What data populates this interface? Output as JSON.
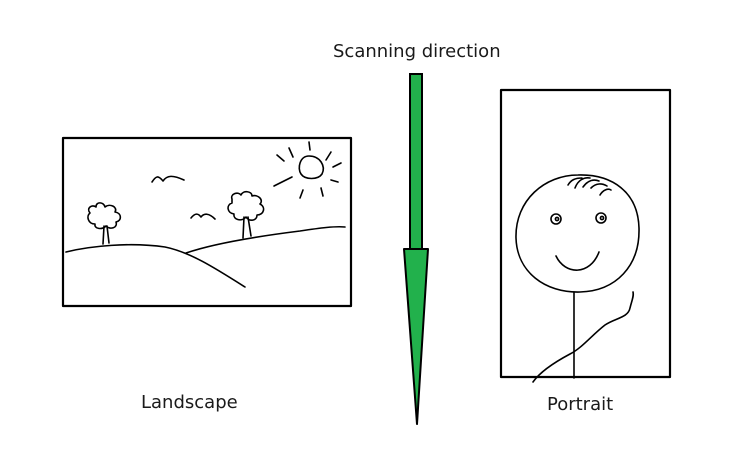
{
  "labels": {
    "scanning_direction": "Scanning direction",
    "landscape": "Landscape",
    "portrait": "Portrait"
  },
  "colors": {
    "arrow_fill": "#22b14c",
    "stroke": "#000000",
    "background": "#ffffff"
  }
}
